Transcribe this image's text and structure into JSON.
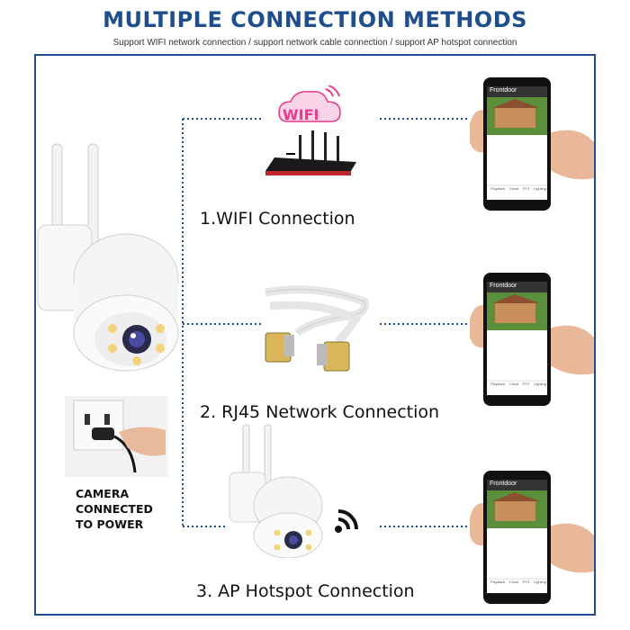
{
  "header": {
    "title": "MULTIPLE CONNECTION METHODS",
    "subtitle": "Support WIFI network connection / support network cable connection / support AP hotspot connection"
  },
  "connections": [
    {
      "label": "1.WIFI Connection"
    },
    {
      "label": "2. RJ45 Network Connection"
    },
    {
      "label": "3. AP Hotspot Connection"
    }
  ],
  "wifi_badge": "WIFI",
  "power_label": [
    "CAMERA",
    "CONNECTED",
    "TO POWER"
  ],
  "phone": {
    "app_title": "Frontdoor",
    "tabs": [
      "Playback",
      "Cloud",
      "PTZ",
      "Lighting"
    ]
  },
  "colors": {
    "accent": "#1f4e8c",
    "wifi_pink": "#e8398a"
  }
}
